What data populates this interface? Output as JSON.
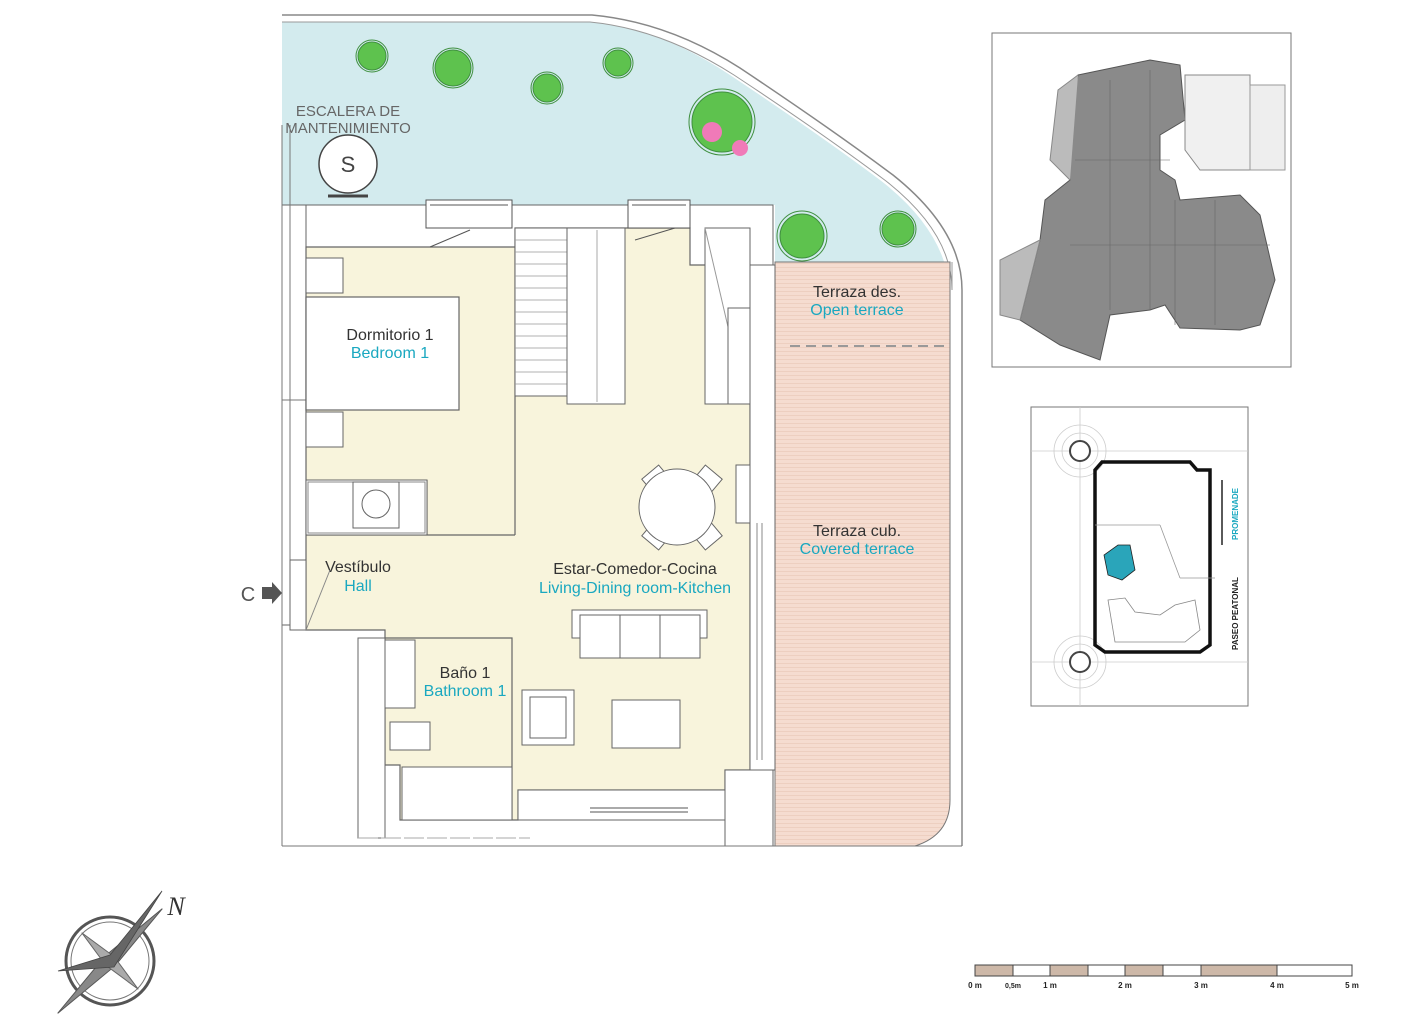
{
  "rooms": {
    "stair_service": [
      "ESCALERA DE",
      "MANTENIMIENTO"
    ],
    "stair_symbol": "S",
    "bedroom": {
      "es": "Dormitorio 1",
      "en": "Bedroom 1"
    },
    "hall": {
      "es": "Vestíbulo",
      "en": "Hall"
    },
    "living": {
      "es": "Estar-Comedor-Cocina",
      "en": "Living-Dining room-Kitchen"
    },
    "bathroom": {
      "es": "Baño 1",
      "en": "Bathroom 1"
    },
    "open_terrace": {
      "es": "Terraza des.",
      "en": "Open terrace"
    },
    "covered_terrace": {
      "es": "Terraza cub.",
      "en": "Covered terrace"
    }
  },
  "entrance_marker": "C",
  "compass": {
    "north_label": "N"
  },
  "site_map": {
    "promenade": "PROMENADE",
    "paseo": "PASEO PEATONAL"
  },
  "scale_bar": {
    "labels": [
      "0 m",
      "0,5m",
      "1 m",
      "2 m",
      "3 m",
      "4 m",
      "5 m"
    ],
    "fill_color": "#cdb8a8"
  },
  "colors": {
    "garden": "#d3ebee",
    "interior": "#f8f4dc",
    "terrace": "#f5dcd0",
    "accent_text": "#1aa8c0",
    "highlight_unit": "#2aa5ba"
  }
}
